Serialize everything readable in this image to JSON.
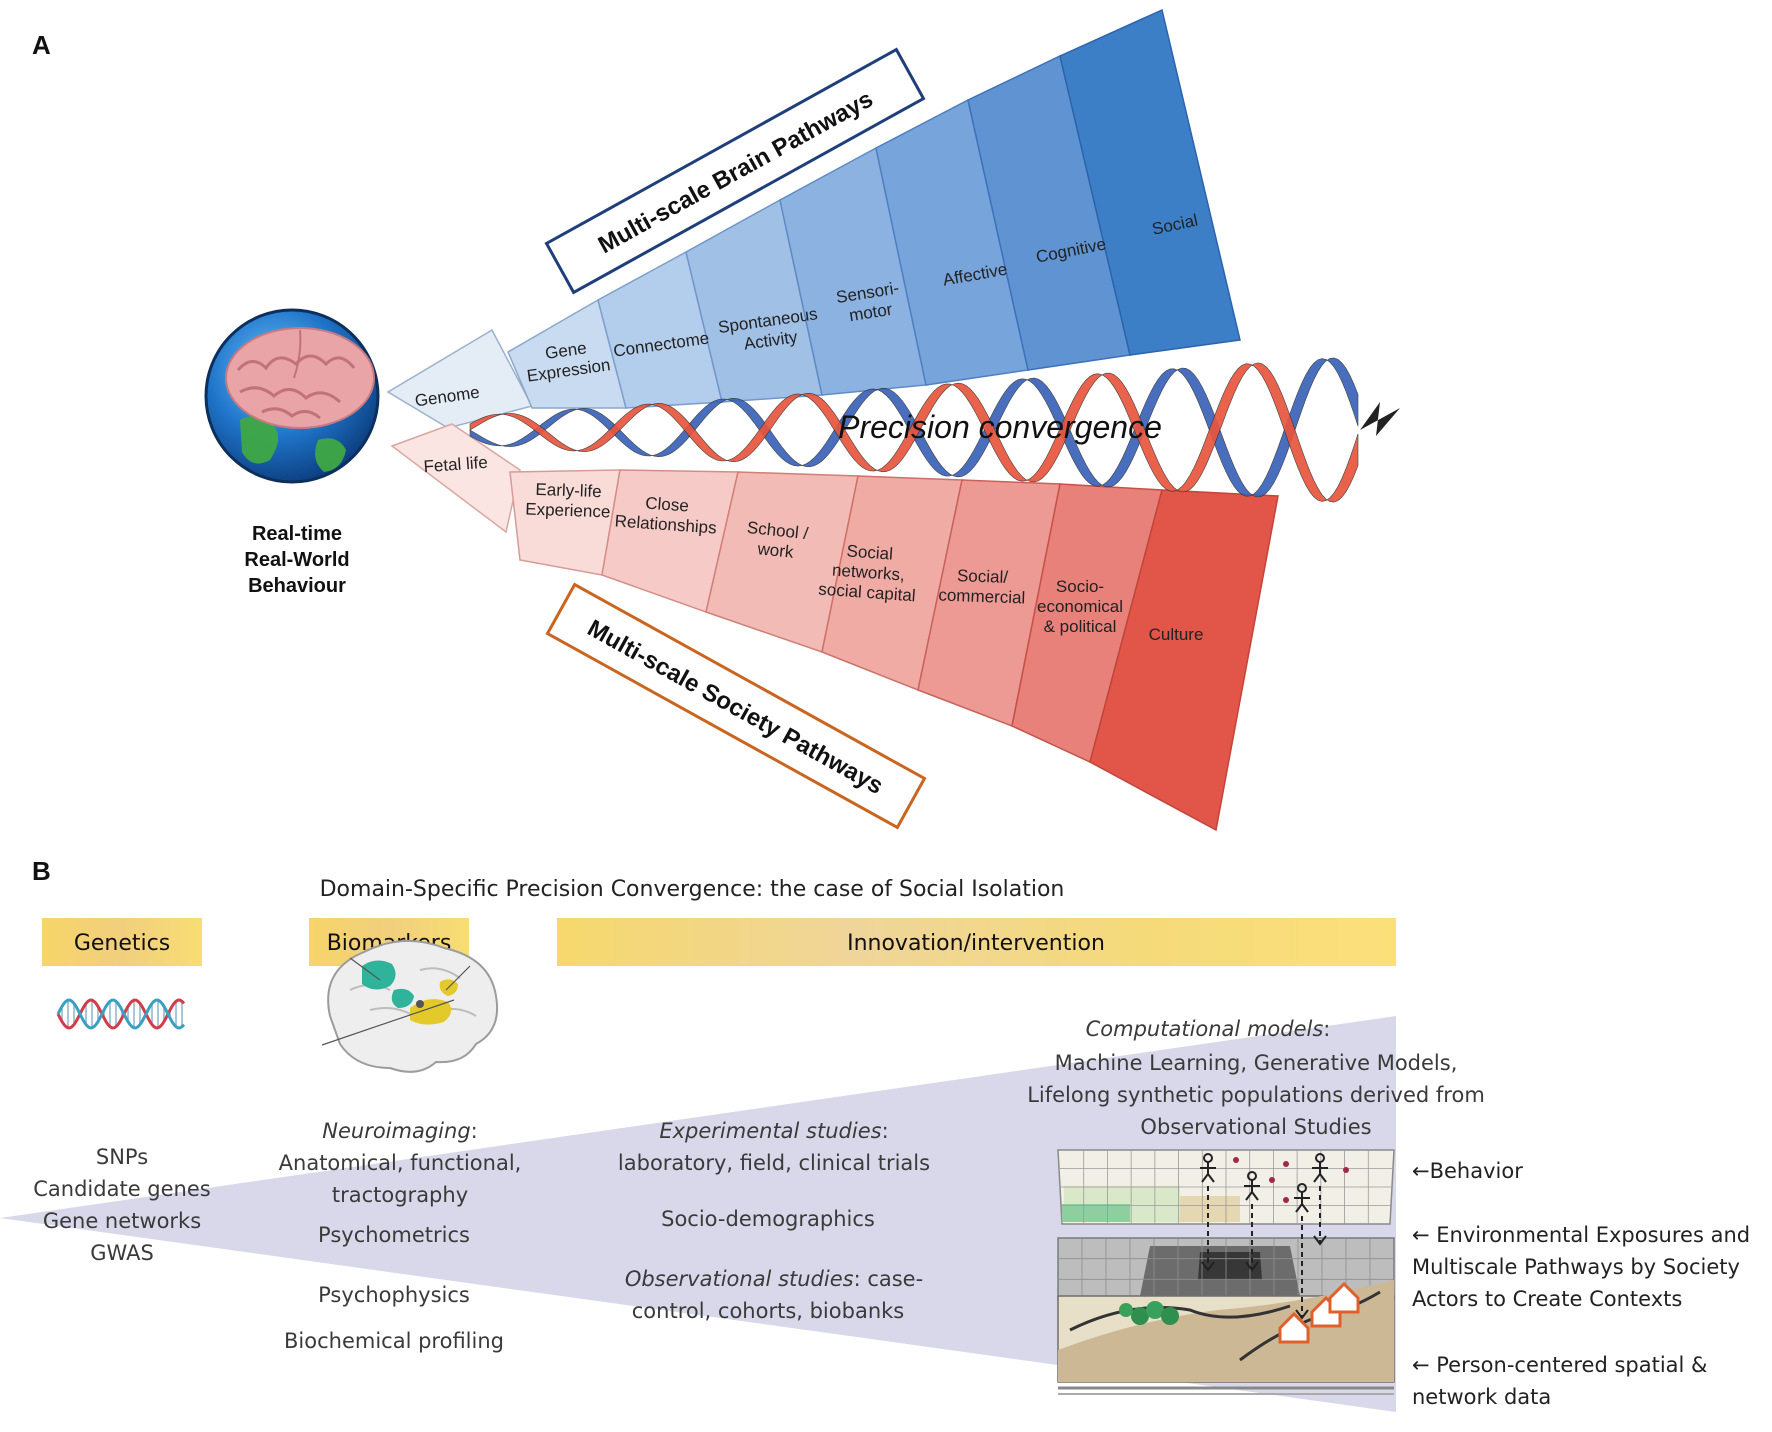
{
  "panel_a": {
    "letter": "A",
    "hub_label_lines": [
      "Real-time",
      "Real-World",
      "Behaviour"
    ],
    "brain_pathways_title": "Multi-scale Brain Pathways",
    "society_pathways_title": "Multi-scale Society Pathways",
    "convergence_label": "Precision convergence",
    "brain_segments": [
      {
        "lines": [
          "Genome"
        ]
      },
      {
        "lines": [
          "Gene",
          "Expression"
        ]
      },
      {
        "lines": [
          "Connectome"
        ]
      },
      {
        "lines": [
          "Spontaneous",
          "Activity"
        ]
      },
      {
        "lines": [
          "Sensori-",
          "motor"
        ]
      },
      {
        "lines": [
          "Affective"
        ]
      },
      {
        "lines": [
          "Cognitive"
        ]
      },
      {
        "lines": [
          "Social"
        ]
      }
    ],
    "society_segments": [
      {
        "lines": [
          "Fetal life"
        ]
      },
      {
        "lines": [
          "Early-life",
          "Experience"
        ]
      },
      {
        "lines": [
          "Close",
          "Relationships"
        ]
      },
      {
        "lines": [
          "School /",
          "work"
        ]
      },
      {
        "lines": [
          "Social",
          "networks,",
          "social capital"
        ]
      },
      {
        "lines": [
          "Social/",
          "commercial"
        ]
      },
      {
        "lines": [
          "Socio-",
          "economical",
          "& political"
        ]
      },
      {
        "lines": [
          "Culture"
        ]
      }
    ],
    "colors": {
      "brain_dark": "#3c7fc7",
      "society_dark": "#e2564a",
      "helix_red": "#e8553c",
      "helix_blue": "#3a62b8"
    }
  },
  "panel_b": {
    "letter": "B",
    "title": "Domain-Specific Precision Convergence: the case of Social Isolation",
    "headers": {
      "genetics": "Genetics",
      "biomarkers": "Biomarkers",
      "innovation": "Innovation/intervention"
    },
    "genetics_items": [
      "SNPs",
      "Candidate genes",
      "Gene networks",
      "GWAS"
    ],
    "neuroimaging": {
      "title": "Neuroimaging",
      "suffix": ":",
      "lines": [
        "Anatomical, functional,",
        "tractography"
      ]
    },
    "biomarker_items": [
      "Psychometrics",
      "Psychophysics",
      "Biochemical profiling"
    ],
    "experimental": {
      "title": "Experimental studies",
      "suffix": ":",
      "lines": [
        "laboratory, field, clinical trials"
      ]
    },
    "socio_demographics": "Socio-demographics",
    "observational": {
      "title": "Observational studies",
      "first_line_rest": ": case-",
      "lines": [
        "control, cohorts, biobanks"
      ]
    },
    "computational": {
      "title": "Computational models",
      "suffix": ":",
      "lines": [
        "Machine Learning, Generative Models,",
        "Lifelong synthetic populations derived from",
        "Observational Studies"
      ]
    },
    "layer_labels": [
      {
        "lines": [
          "←Behavior"
        ]
      },
      {
        "lines": [
          "← Environmental Exposures and",
          "Multiscale Pathways by Society",
          "Actors to Create Contexts"
        ]
      },
      {
        "lines": [
          "← Person-centered spatial &",
          "network data"
        ]
      }
    ],
    "colors": {
      "header_gold": "#f7dc6f",
      "wedge_lavender": "#d9d8ea"
    }
  }
}
